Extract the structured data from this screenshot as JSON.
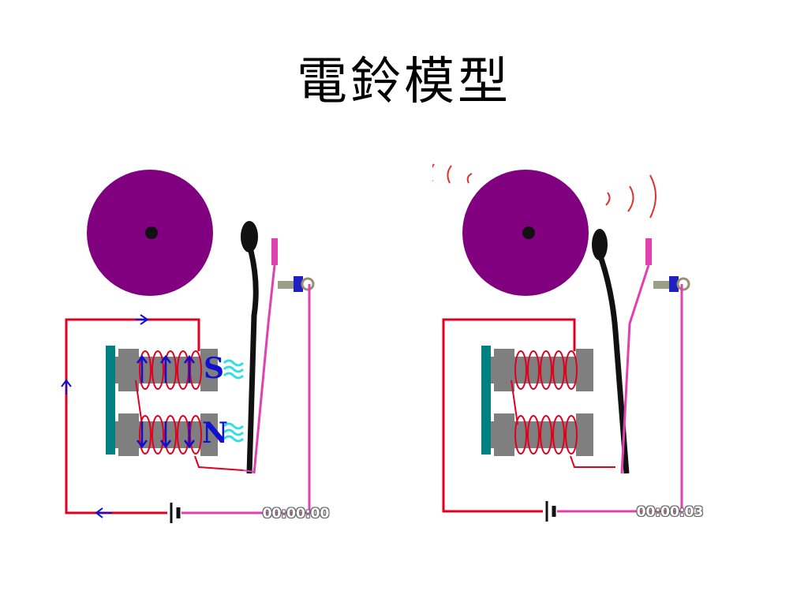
{
  "title": "電鈴模型",
  "colors": {
    "bell": "#800080",
    "circuit": "#e00020",
    "wire": "#e040b0",
    "core": "#7f7f7f",
    "plate": "#008080",
    "arrow": "#1010d0",
    "magnetic_waves": "#30e0e0"
  },
  "panels": [
    {
      "timer": "00:00:00",
      "poles": {
        "top": "S",
        "bottom": "N"
      },
      "state": "current-on"
    },
    {
      "timer": "00:00:03",
      "state": "ringing"
    }
  ]
}
